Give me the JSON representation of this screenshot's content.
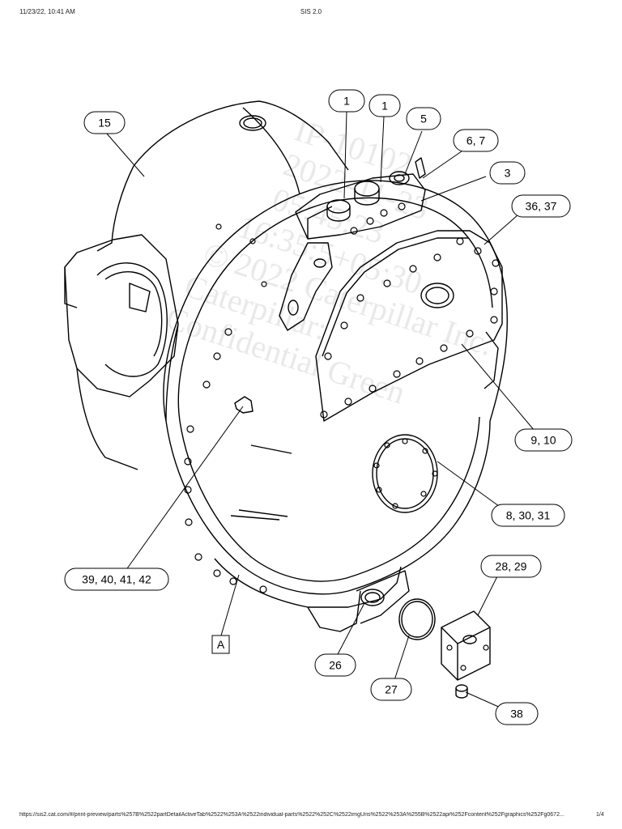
{
  "header": {
    "timestamp": "11/23/22, 10:41 AM",
    "title": "SIS 2.0"
  },
  "footer": {
    "url": "https://sis2.cat.com/#/print-preview/parts%257B%2522partDetailActiveTab%2522%253A%2522individual-parts%2522%252C%2522imgUris%2522%253A%255B%2522api%252Fcontent%252Fgraphics%252Fg0672...",
    "page": "1/4"
  },
  "watermark": {
    "lines": [
      "IP-10102",
      "2022-11-23",
      "05:45:23",
      "16:35:5+05:30",
      "© 2022 Caterpillar Inc.",
      "Caterpillar:",
      "Confidential Green"
    ]
  },
  "callouts": [
    {
      "id": "c1a",
      "label": "1"
    },
    {
      "id": "c1b",
      "label": "1"
    },
    {
      "id": "c5",
      "label": "5"
    },
    {
      "id": "c67",
      "label": "6, 7"
    },
    {
      "id": "c3",
      "label": "3"
    },
    {
      "id": "c15",
      "label": "15"
    },
    {
      "id": "c3637",
      "label": "36, 37"
    },
    {
      "id": "c910",
      "label": "9, 10"
    },
    {
      "id": "c83031",
      "label": "8, 30, 31"
    },
    {
      "id": "c39",
      "label": "39, 40, 41, 42"
    },
    {
      "id": "c2829",
      "label": "28, 29"
    },
    {
      "id": "cA",
      "label": "A"
    },
    {
      "id": "c26",
      "label": "26"
    },
    {
      "id": "c27",
      "label": "27"
    },
    {
      "id": "c38",
      "label": "38"
    }
  ]
}
